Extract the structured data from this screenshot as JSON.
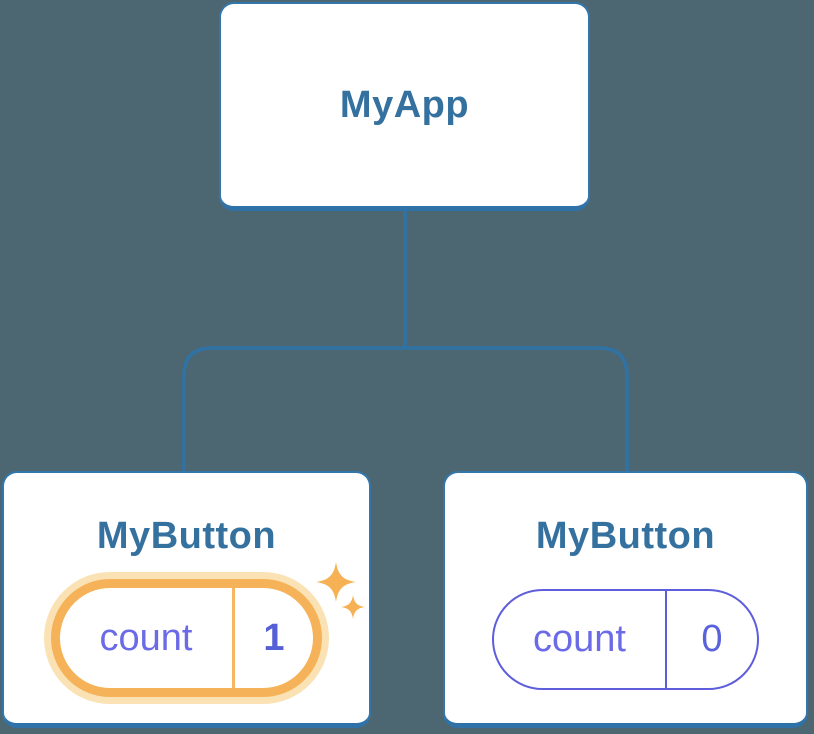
{
  "diagram": {
    "description": "Component tree showing isolated state",
    "root": {
      "label": "MyApp"
    },
    "children": [
      {
        "label": "MyButton",
        "state_key": "count",
        "state_value": "1",
        "highlighted": true
      },
      {
        "label": "MyButton",
        "state_key": "count",
        "state_value": "0",
        "highlighted": false
      }
    ]
  },
  "colors": {
    "background": "#4C6771",
    "card_border": "#3377AA",
    "card_border_bottom": "#2F72A8",
    "card_title_text": "#35719F",
    "connector_line": "#2E72A6",
    "state_key_text": "#6B6BE8",
    "state_value_text": "#5A62DB",
    "plain_pill_border": "#5E5EDC",
    "highlight_pill_border": "#F5B259",
    "highlight_pill_glow": "#FAE2B4",
    "sparkle": "#F5B153"
  }
}
